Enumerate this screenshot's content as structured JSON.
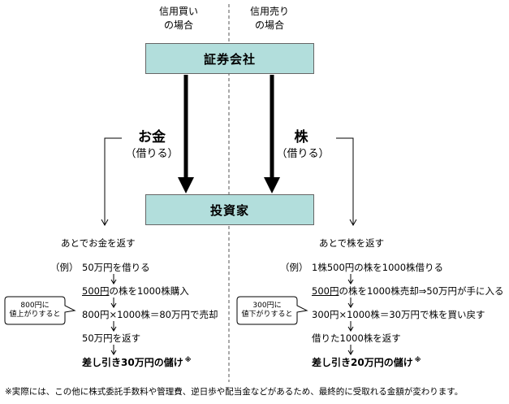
{
  "header": {
    "left_line1": "信用買い",
    "left_line2": "の場合",
    "right_line1": "信用売り",
    "right_line2": "の場合"
  },
  "top_box": "証券会社",
  "bottom_box": "投資家",
  "left_flow": {
    "label": "お金",
    "sublabel": "（借りる）"
  },
  "right_flow": {
    "label": "株",
    "sublabel": "（借りる）"
  },
  "left_return": "あとでお金を返す",
  "right_return": "あとで株を返す",
  "left_example": {
    "prefix": "（例）",
    "step1": "50万円を借りる",
    "step2_underline": "500円",
    "step2_rest": "の株を1000株購入",
    "step3": "800円×1000株＝80万円で売却",
    "step4": "50万円を返す",
    "result": "差し引き30万円の儲け",
    "result_mark": "※",
    "callout_line1": "800円に",
    "callout_line2": "値上がりすると"
  },
  "right_example": {
    "prefix": "（例）",
    "step1": "1株500円の株を1000株借りる",
    "step2_underline": "500円",
    "step2_rest": "の株を1000株売却⇒50万円が手に入る",
    "step3": "300円×1000株＝30万円で株を買い戻す",
    "step4": "借りた1000株を返す",
    "result": "差し引き20万円の儲け",
    "result_mark": "※",
    "callout_line1": "300円に",
    "callout_line2": "値下がりすると"
  },
  "footnote": "※実際には、この他に株式委託手数料や管理費、逆日歩や配当金などがあるため、最終的に受取れる金額が変わります。",
  "colors": {
    "box_fill": "#b2dedc",
    "box_border": "#666666"
  }
}
